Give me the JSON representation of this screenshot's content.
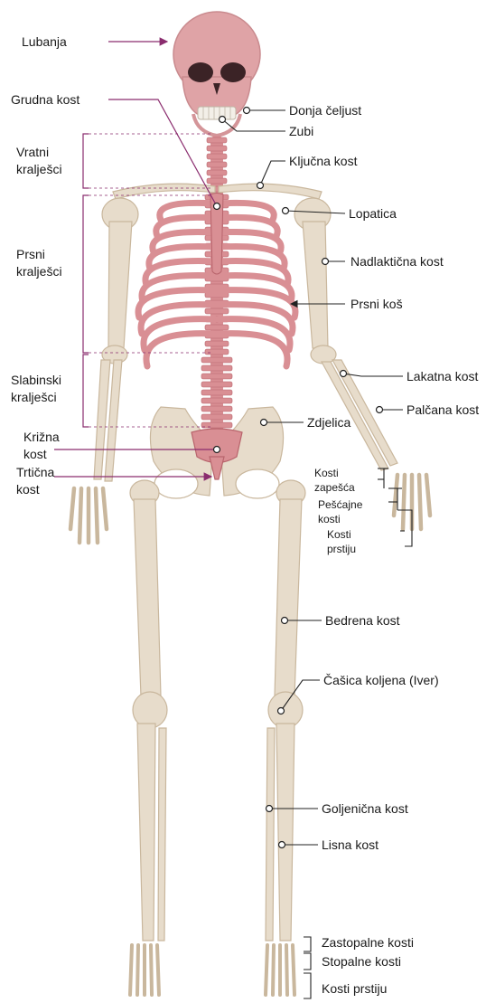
{
  "labels": {
    "lubanja": "Lubanja",
    "grudna_kost": "Grudna kost",
    "donja_celjust": "Donja čeljust",
    "zubi": "Zubi",
    "kljucna_kost": "Ključna kost",
    "vratni_1": "Vratni",
    "vratni_2": "kralješci",
    "lopatica": "Lopatica",
    "prsni_kraljesci_1": "Prsni",
    "prsni_kraljesci_2": "kralješci",
    "nadlakticna_kost": "Nadlaktična kost",
    "prsni_kos": "Prsni koš",
    "slabinski_1": "Slabinski",
    "slabinski_2": "kralješci",
    "lakatna_kost": "Lakatna kost",
    "palcana_kost": "Palčana kost",
    "krizna_1": "Križna",
    "krizna_2": "kost",
    "zdjelica": "Zdjelica",
    "trticna_1": "Trtična",
    "trticna_2": "kost",
    "kosti_zapesca_1": "Kosti",
    "kosti_zapesca_2": "zapešća",
    "pescajne_1": "Pešćajne",
    "pescajne_2": "kosti",
    "kosti_prstiju_ruka_1": "Kosti",
    "kosti_prstiju_ruka_2": "prstiju",
    "bedrena_kost": "Bedrena kost",
    "casica_koljena": "Čašica koljena (Iver)",
    "goljenicna_kost": "Goljenična kost",
    "lisna_kost": "Lisna kost",
    "zastopalne_kosti": "Zastopalne kosti",
    "stopalne_kosti": "Stopalne kosti",
    "kosti_prstiju_noga": "Kosti prstiju"
  },
  "colors": {
    "bone": "#e7dccb",
    "bone_outline": "#c9b79d",
    "pink_bone": "#d98f94",
    "pink_dark": "#b8646c",
    "leader_line": "#8a2c6e",
    "text": "#1a1a1a"
  }
}
